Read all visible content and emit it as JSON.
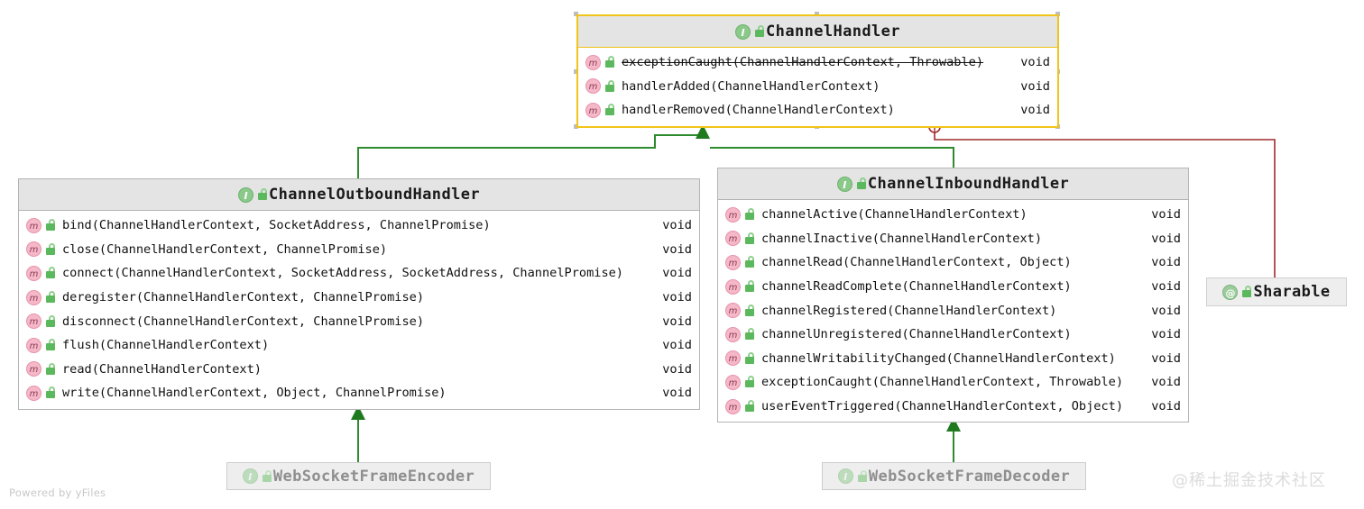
{
  "diagram": {
    "title": "ChannelHandler hierarchy",
    "powered_by": "Powered by yFiles",
    "watermark": "@稀土掘金技术社区",
    "colors": {
      "selection_border": "#f0c419",
      "inheritance_edge": "#2e8b2e",
      "annotation_edge": "#9e2b2b",
      "header_fill": "#e4e4e4",
      "node_border": "#b4b4b4",
      "method_icon": "#f5b8c8",
      "interface_icon": "#8bc98b"
    }
  },
  "nodes": {
    "channel_handler": {
      "name": "ChannelHandler",
      "stereotype_icon": "interface-icon",
      "visibility_icon": "public-lock-icon",
      "selected": true,
      "members": [
        {
          "signature": "exceptionCaught(ChannelHandlerContext, Throwable)",
          "type": "void",
          "deprecated": true
        },
        {
          "signature": "handlerAdded(ChannelHandlerContext)",
          "type": "void",
          "deprecated": false
        },
        {
          "signature": "handlerRemoved(ChannelHandlerContext)",
          "type": "void",
          "deprecated": false
        }
      ]
    },
    "channel_outbound_handler": {
      "name": "ChannelOutboundHandler",
      "stereotype_icon": "interface-icon",
      "visibility_icon": "public-lock-icon",
      "selected": false,
      "members": [
        {
          "signature": "bind(ChannelHandlerContext, SocketAddress, ChannelPromise)",
          "type": "void",
          "deprecated": false
        },
        {
          "signature": "close(ChannelHandlerContext, ChannelPromise)",
          "type": "void",
          "deprecated": false
        },
        {
          "signature": "connect(ChannelHandlerContext, SocketAddress, SocketAddress, ChannelPromise)",
          "type": "void",
          "deprecated": false
        },
        {
          "signature": "deregister(ChannelHandlerContext, ChannelPromise)",
          "type": "void",
          "deprecated": false
        },
        {
          "signature": "disconnect(ChannelHandlerContext, ChannelPromise)",
          "type": "void",
          "deprecated": false
        },
        {
          "signature": "flush(ChannelHandlerContext)",
          "type": "void",
          "deprecated": false
        },
        {
          "signature": "read(ChannelHandlerContext)",
          "type": "void",
          "deprecated": false
        },
        {
          "signature": "write(ChannelHandlerContext, Object, ChannelPromise)",
          "type": "void",
          "deprecated": false
        }
      ]
    },
    "channel_inbound_handler": {
      "name": "ChannelInboundHandler",
      "stereotype_icon": "interface-icon",
      "visibility_icon": "public-lock-icon",
      "selected": false,
      "members": [
        {
          "signature": "channelActive(ChannelHandlerContext)",
          "type": "void",
          "deprecated": false
        },
        {
          "signature": "channelInactive(ChannelHandlerContext)",
          "type": "void",
          "deprecated": false
        },
        {
          "signature": "channelRead(ChannelHandlerContext, Object)",
          "type": "void",
          "deprecated": false
        },
        {
          "signature": "channelReadComplete(ChannelHandlerContext)",
          "type": "void",
          "deprecated": false
        },
        {
          "signature": "channelRegistered(ChannelHandlerContext)",
          "type": "void",
          "deprecated": false
        },
        {
          "signature": "channelUnregistered(ChannelHandlerContext)",
          "type": "void",
          "deprecated": false
        },
        {
          "signature": "channelWritabilityChanged(ChannelHandlerContext)",
          "type": "void",
          "deprecated": false
        },
        {
          "signature": "exceptionCaught(ChannelHandlerContext, Throwable)",
          "type": "void",
          "deprecated": false
        },
        {
          "signature": "userEventTriggered(ChannelHandlerContext, Object)",
          "type": "void",
          "deprecated": false
        }
      ]
    },
    "sharable": {
      "name": "Sharable",
      "stereotype_icon": "annotation-icon",
      "visibility_icon": "public-lock-icon"
    },
    "websocket_frame_encoder": {
      "name": "WebSocketFrameEncoder",
      "stereotype_icon": "interface-icon",
      "visibility_icon": "public-lock-icon"
    },
    "websocket_frame_decoder": {
      "name": "WebSocketFrameDecoder",
      "stereotype_icon": "interface-icon",
      "visibility_icon": "public-lock-icon"
    }
  },
  "edges": [
    {
      "from": "ChannelOutboundHandler",
      "to": "ChannelHandler",
      "kind": "generalization",
      "color": "#2e8b2e"
    },
    {
      "from": "ChannelInboundHandler",
      "to": "ChannelHandler",
      "kind": "generalization",
      "color": "#2e8b2e"
    },
    {
      "from": "WebSocketFrameEncoder",
      "to": "ChannelOutboundHandler",
      "kind": "generalization",
      "color": "#2e8b2e"
    },
    {
      "from": "WebSocketFrameDecoder",
      "to": "ChannelInboundHandler",
      "kind": "generalization",
      "color": "#2e8b2e"
    },
    {
      "from": "ChannelHandler",
      "to": "Sharable",
      "kind": "annotation",
      "color": "#9e2b2b"
    }
  ]
}
